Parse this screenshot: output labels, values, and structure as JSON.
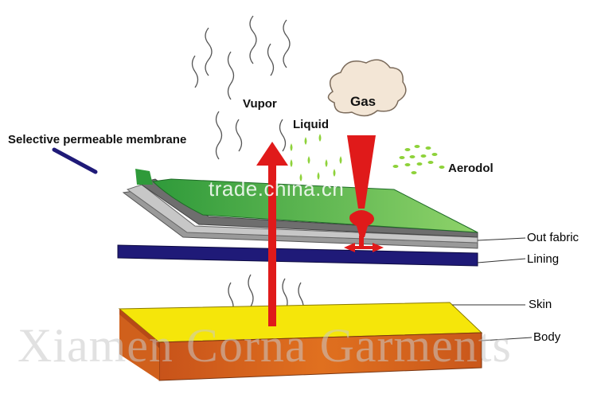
{
  "labels": {
    "membrane": "Selective permeable membrane",
    "vupor": "Vupor",
    "gas": "Gas",
    "liquid": "Liquid",
    "aerodol": "Aerodol",
    "out_fabric": "Out fabric",
    "lining": "Lining",
    "skin": "Skin",
    "body": "Body"
  },
  "watermarks": {
    "site": "trade.china.cn",
    "company": "Xiamen Corna Garments"
  },
  "colors": {
    "green_layer": "#3fae49",
    "gray_layer": "#a7a7a7",
    "lining": "#1f1a78",
    "skin": "#f5e60a",
    "body": "#de6a1e",
    "arrow": "#e01a1a",
    "dots": "#8ed23a",
    "cloud": "#f3e6d6"
  }
}
